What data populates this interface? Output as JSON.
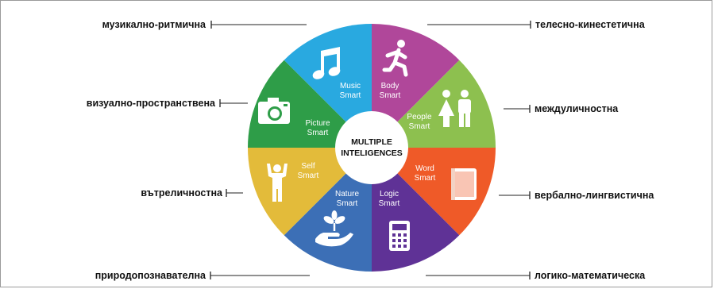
{
  "center": {
    "line1": "MULTIPLE",
    "line2": "INTELIGENCES"
  },
  "segments": [
    {
      "key": "music",
      "line1": "Music",
      "line2": "Smart",
      "color": "#29a9e0",
      "icon": "music-note-icon"
    },
    {
      "key": "body",
      "line1": "Body",
      "line2": "Smart",
      "color": "#b0479a",
      "icon": "running-person-icon"
    },
    {
      "key": "people",
      "line1": "People",
      "line2": "Smart",
      "color": "#8dc04f",
      "icon": "people-icon"
    },
    {
      "key": "word",
      "line1": "Word",
      "line2": "Smart",
      "color": "#ef5a28",
      "icon": "book-icon"
    },
    {
      "key": "logic",
      "line1": "Logic",
      "line2": "Smart",
      "color": "#5f3296",
      "icon": "calculator-icon"
    },
    {
      "key": "nature",
      "line1": "Nature",
      "line2": "Smart",
      "color": "#3c6fb6",
      "icon": "plant-in-hand-icon"
    },
    {
      "key": "self",
      "line1": "Self",
      "line2": "Smart",
      "color": "#e3bb3a",
      "icon": "person-arms-up-icon"
    },
    {
      "key": "picture",
      "line1": "Picture",
      "line2": "Smart",
      "color": "#2e9d48",
      "icon": "camera-icon"
    }
  ],
  "labels": {
    "music": "музикално-ритмична",
    "body": "телесно-кинестетична",
    "picture": "визуално-пространствена",
    "people": "междуличностна",
    "self": "вътреличностна",
    "word": "вербално-лингвистична",
    "nature": "природопознавателна",
    "logic": "логико-математическа"
  }
}
